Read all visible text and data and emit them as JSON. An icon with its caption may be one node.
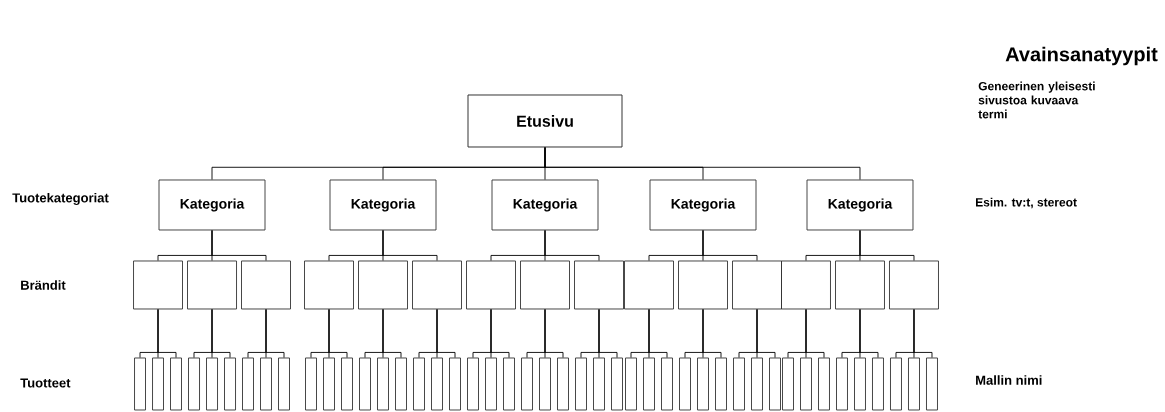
{
  "diagram": {
    "title": "Avainsanatyypit",
    "nodes": [
      {
        "text": [
          "Etusivu"
        ]
      },
      {
        "text": [
          "Kategoria"
        ]
      },
      {
        "text": [
          "Kategoria"
        ]
      },
      {
        "text": [
          "Kategoria"
        ]
      },
      {
        "text": [
          "Kategoria"
        ]
      },
      {
        "text": [
          "Kategoria"
        ]
      },
      {
        "text": [],
        "shape": "box"
      },
      {
        "text": [],
        "shape": "box"
      },
      {
        "text": [],
        "shape": "box"
      },
      {
        "text": [],
        "shape": "box"
      },
      {
        "text": [],
        "shape": "box"
      },
      {
        "text": [],
        "shape": "box"
      },
      {
        "text": [],
        "shape": "box"
      },
      {
        "text": [],
        "shape": "box"
      },
      {
        "text": [],
        "shape": "box"
      },
      {
        "text": [],
        "shape": "box"
      },
      {
        "text": [],
        "shape": "box"
      },
      {
        "text": [],
        "shape": "box"
      },
      {
        "text": [],
        "shape": "box"
      },
      {
        "text": [],
        "shape": "box"
      },
      {
        "text": [],
        "shape": "box"
      },
      {
        "text": [],
        "shape": "bar"
      },
      {
        "text": [],
        "shape": "bar"
      },
      {
        "text": [],
        "shape": "bar"
      },
      {
        "text": [],
        "shape": "bar"
      },
      {
        "text": [],
        "shape": "bar"
      },
      {
        "text": [],
        "shape": "bar"
      },
      {
        "text": [],
        "shape": "bar"
      },
      {
        "text": [],
        "shape": "bar"
      },
      {
        "text": [],
        "shape": "bar"
      },
      {
        "text": [],
        "shape": "bar"
      },
      {
        "text": [],
        "shape": "bar"
      },
      {
        "text": [],
        "shape": "bar"
      },
      {
        "text": [],
        "shape": "bar"
      },
      {
        "text": [],
        "shape": "bar"
      },
      {
        "text": [],
        "shape": "bar"
      },
      {
        "text": [],
        "shape": "bar"
      },
      {
        "text": [],
        "shape": "bar"
      },
      {
        "text": [],
        "shape": "bar"
      },
      {
        "text": [],
        "shape": "bar"
      },
      {
        "text": [],
        "shape": "bar"
      },
      {
        "text": [],
        "shape": "bar"
      },
      {
        "text": [],
        "shape": "bar"
      },
      {
        "text": [],
        "shape": "bar"
      },
      {
        "text": [],
        "shape": "bar"
      },
      {
        "text": [],
        "shape": "bar"
      },
      {
        "text": [],
        "shape": "bar"
      },
      {
        "text": [],
        "shape": "bar"
      },
      {
        "text": [],
        "shape": "bar"
      },
      {
        "text": [],
        "shape": "bar"
      },
      {
        "text": [],
        "shape": "bar"
      },
      {
        "text": [],
        "shape": "bar"
      },
      {
        "text": [],
        "shape": "bar"
      },
      {
        "text": [],
        "shape": "bar"
      },
      {
        "text": [],
        "shape": "bar"
      },
      {
        "text": [],
        "shape": "bar"
      },
      {
        "text": [],
        "shape": "bar"
      },
      {
        "text": [],
        "shape": "bar"
      },
      {
        "text": [],
        "shape": "bar"
      },
      {
        "text": [],
        "shape": "bar"
      },
      {
        "text": [],
        "shape": "bar"
      },
      {
        "text": [],
        "shape": "bar"
      },
      {
        "text": [],
        "shape": "bar"
      },
      {
        "text": [],
        "shape": "bar"
      },
      {
        "text": [],
        "shape": "bar"
      },
      {
        "text": [],
        "shape": "bar"
      }
    ],
    "edges": [
      {
        "from": 0,
        "to": 1,
        "arrow": "none"
      },
      {
        "from": 0,
        "to": 2,
        "arrow": "none"
      },
      {
        "from": 0,
        "to": 3,
        "arrow": "none"
      },
      {
        "from": 0,
        "to": 4,
        "arrow": "none"
      },
      {
        "from": 0,
        "to": 5,
        "arrow": "none"
      },
      {
        "from": 1,
        "to": 6,
        "arrow": "none"
      },
      {
        "from": 1,
        "to": 7,
        "arrow": "none"
      },
      {
        "from": 1,
        "to": 8,
        "arrow": "none"
      },
      {
        "from": 2,
        "to": 9,
        "arrow": "none"
      },
      {
        "from": 2,
        "to": 10,
        "arrow": "none"
      },
      {
        "from": 2,
        "to": 11,
        "arrow": "none"
      },
      {
        "from": 3,
        "to": 12,
        "arrow": "none"
      },
      {
        "from": 3,
        "to": 13,
        "arrow": "none"
      },
      {
        "from": 3,
        "to": 14,
        "arrow": "none"
      },
      {
        "from": 4,
        "to": 15,
        "arrow": "none"
      },
      {
        "from": 4,
        "to": 16,
        "arrow": "none"
      },
      {
        "from": 4,
        "to": 17,
        "arrow": "none"
      },
      {
        "from": 5,
        "to": 18,
        "arrow": "none"
      },
      {
        "from": 5,
        "to": 19,
        "arrow": "none"
      },
      {
        "from": 5,
        "to": 20,
        "arrow": "none"
      },
      {
        "from": 6,
        "to": 21,
        "arrow": "none"
      },
      {
        "from": 6,
        "to": 22,
        "arrow": "none"
      },
      {
        "from": 6,
        "to": 23,
        "arrow": "none"
      },
      {
        "from": 7,
        "to": 24,
        "arrow": "none"
      },
      {
        "from": 7,
        "to": 25,
        "arrow": "none"
      },
      {
        "from": 7,
        "to": 26,
        "arrow": "none"
      },
      {
        "from": 8,
        "to": 27,
        "arrow": "none"
      },
      {
        "from": 8,
        "to": 28,
        "arrow": "none"
      },
      {
        "from": 8,
        "to": 29,
        "arrow": "none"
      },
      {
        "from": 9,
        "to": 30,
        "arrow": "none"
      },
      {
        "from": 9,
        "to": 31,
        "arrow": "none"
      },
      {
        "from": 9,
        "to": 32,
        "arrow": "none"
      },
      {
        "from": 10,
        "to": 33,
        "arrow": "none"
      },
      {
        "from": 10,
        "to": 34,
        "arrow": "none"
      },
      {
        "from": 10,
        "to": 35,
        "arrow": "none"
      },
      {
        "from": 11,
        "to": 36,
        "arrow": "none"
      },
      {
        "from": 11,
        "to": 37,
        "arrow": "none"
      },
      {
        "from": 11,
        "to": 38,
        "arrow": "none"
      },
      {
        "from": 12,
        "to": 39,
        "arrow": "none"
      },
      {
        "from": 12,
        "to": 40,
        "arrow": "none"
      },
      {
        "from": 12,
        "to": 41,
        "arrow": "none"
      },
      {
        "from": 13,
        "to": 42,
        "arrow": "none"
      },
      {
        "from": 13,
        "to": 43,
        "arrow": "none"
      },
      {
        "from": 13,
        "to": 44,
        "arrow": "none"
      },
      {
        "from": 14,
        "to": 45,
        "arrow": "none"
      },
      {
        "from": 14,
        "to": 46,
        "arrow": "none"
      },
      {
        "from": 14,
        "to": 47,
        "arrow": "none"
      },
      {
        "from": 15,
        "to": 48,
        "arrow": "none"
      },
      {
        "from": 15,
        "to": 49,
        "arrow": "none"
      },
      {
        "from": 15,
        "to": 50,
        "arrow": "none"
      },
      {
        "from": 16,
        "to": 51,
        "arrow": "none"
      },
      {
        "from": 16,
        "to": 52,
        "arrow": "none"
      },
      {
        "from": 16,
        "to": 53,
        "arrow": "none"
      },
      {
        "from": 17,
        "to": 54,
        "arrow": "none"
      },
      {
        "from": 17,
        "to": 55,
        "arrow": "none"
      },
      {
        "from": 17,
        "to": 56,
        "arrow": "none"
      },
      {
        "from": 18,
        "to": 57,
        "arrow": "none"
      },
      {
        "from": 18,
        "to": 58,
        "arrow": "none"
      },
      {
        "from": 18,
        "to": 59,
        "arrow": "none"
      },
      {
        "from": 19,
        "to": 60,
        "arrow": "none"
      },
      {
        "from": 19,
        "to": 61,
        "arrow": "none"
      },
      {
        "from": 19,
        "to": 62,
        "arrow": "none"
      },
      {
        "from": 20,
        "to": 63,
        "arrow": "none"
      },
      {
        "from": 20,
        "to": 64,
        "arrow": "none"
      },
      {
        "from": 20,
        "to": 65,
        "arrow": "none"
      }
    ],
    "labels": [
      "Geneerinen yleisesti sivustoa kuvaava termi",
      "Tuotekategoriat",
      "Esim. tv:t, stereot",
      "Brändit",
      "Tuotteet",
      "Mallin nimi"
    ]
  }
}
